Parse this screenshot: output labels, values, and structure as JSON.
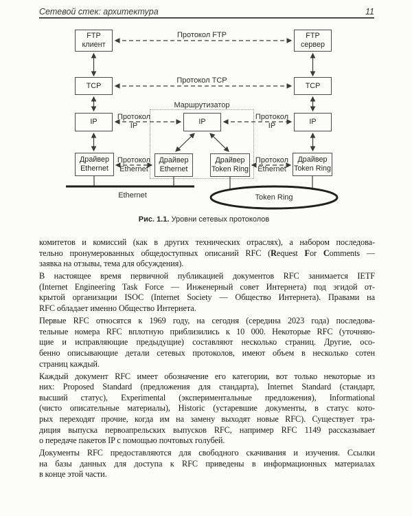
{
  "header": {
    "title": "Сетевой стек: архитектура",
    "page_number": "11"
  },
  "diagram": {
    "router_label": "Маршрутизатор",
    "boxes": {
      "ftp_client": "FTP\nклиент",
      "ftp_server": "FTP\nсервер",
      "tcp": "TCP",
      "ip": "IP",
      "driver_ethernet": "Драйвер\nEthernet",
      "driver_token_ring": "Драйвер\nToken Ring"
    },
    "links": {
      "ftp": "Протокол FTP",
      "tcp": "Протокол TCP",
      "ip": "Протокол\nIP",
      "ethernet": "Протокол\nEthernet"
    },
    "networks": {
      "ethernet": "Ethernet",
      "token_ring": "Token Ring"
    },
    "caption": [
      {
        "t": "Рис. 1.1.",
        "b": true
      },
      {
        "t": " Уровни сетевых протоколов"
      }
    ]
  },
  "body": {
    "paragraphs": [
      {
        "lines": [
          [
            {
              "t": "комитетов и комиссий (как в других технических отраслях), а набором последова-"
            }
          ],
          [
            {
              "t": "тельно пронумерованных общедоступных описаний RFC ("
            },
            {
              "t": "R",
              "b": true
            },
            {
              "t": "equest "
            },
            {
              "t": "F",
              "b": true
            },
            {
              "t": "or "
            },
            {
              "t": "C",
              "b": true
            },
            {
              "t": "omments —"
            }
          ],
          [
            {
              "t": "заявка на отзывы, тема для обсуждения)."
            }
          ]
        ]
      },
      {
        "lines": [
          [
            {
              "t": "В настоящее время первичной публикацией документов RFC занимается IETF"
            }
          ],
          [
            {
              "t": "(Internet Engineering Task Force — Инженерный совет Интернета) под эгидой от-"
            }
          ],
          [
            {
              "t": "крытой организации ISOC (Internet Society — Общество Интернета). Правами на"
            }
          ],
          [
            {
              "t": "RFC обладает именно Общество Интернета."
            }
          ]
        ]
      },
      {
        "lines": [
          [
            {
              "t": "Первые RFC относятся к 1969 году, на сегодня (середина 2023 года) последова-"
            }
          ],
          [
            {
              "t": "тельные номера RFC вплотную приблизились к 10 000. Некоторые RFC (уточняю-"
            }
          ],
          [
            {
              "t": "щие и исправляющие предыдущие) составляют несколько страниц. Другие, осо-"
            }
          ],
          [
            {
              "t": "бенно описывающие детали сетевых протоколов, имеют объем в несколько сотен"
            }
          ],
          [
            {
              "t": "страниц каждый."
            }
          ]
        ]
      },
      {
        "lines": [
          [
            {
              "t": "Каждый документ RFC имеет обозначение его категории, вот только некоторые из"
            }
          ],
          [
            {
              "t": "них: Proposed Standard (предложения для стандарта), Internet Standard (стандарт,"
            }
          ],
          [
            {
              "t": "высший статус), Experimental (экспериментальные предложения), Informational"
            }
          ],
          [
            {
              "t": "(чисто описательные материалы), Historic (устаревшие документы, в статус кото-"
            }
          ],
          [
            {
              "t": "рых переходят прочие, когда им на замену выходят новые RFC). Существует тра-"
            }
          ],
          [
            {
              "t": "диция выпуска первоапрельских выпусков RFC, например RFC 1149 рассказывает"
            }
          ],
          [
            {
              "t": "о передаче пакетов IP с помощью почтовых голубей."
            }
          ]
        ]
      },
      {
        "lines": [
          [
            {
              "t": "Документы RFC предоставляются для свободного скачивания и изучения. Ссылки"
            }
          ],
          [
            {
              "t": "на базы данных для доступа к RFC приведены в информационных материалах"
            }
          ],
          [
            {
              "t": "в конце этой части."
            }
          ]
        ]
      }
    ]
  }
}
